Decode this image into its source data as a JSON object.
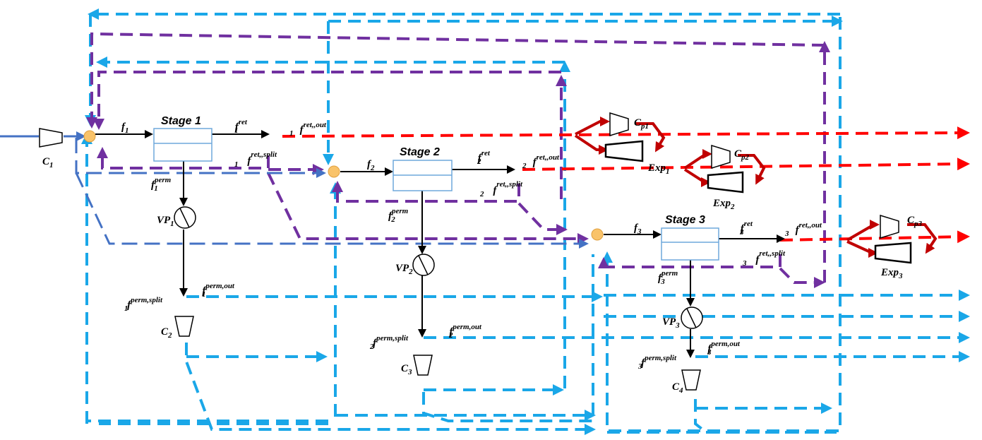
{
  "stages": [
    {
      "title": "Stage 1"
    },
    {
      "title": "Stage 2"
    },
    {
      "title": "Stage 3"
    }
  ],
  "labels": {
    "c1": "C",
    "c1_sub": "1",
    "f1": "f",
    "f1_sub": "1",
    "f2": "f",
    "f2_sub": "2",
    "f3": "f",
    "f3_sub": "3",
    "f1ret": "f",
    "f1ret_sup": "ret",
    "f1ret_sub": "1",
    "f2ret": "f",
    "f2ret_sup": "ret",
    "f2ret_sub": "2",
    "f3ret": "f",
    "f3ret_sup": "ret",
    "f3ret_sub": "3",
    "f1retout": "f",
    "f1retout_sup": "ret,,out",
    "f1retout_sub": "1",
    "f2retout": "f",
    "f2retout_sup": "ret,,out",
    "f2retout_sub": "2",
    "f3retout": "f",
    "f3retout_sup": "ret,,out",
    "f3retout_sub": "3",
    "f1retsplit": "f",
    "f1retsplit_sup": "ret,,split",
    "f1retsplit_sub": "1",
    "f2retsplit": "f",
    "f2retsplit_sup": "ret,,split",
    "f2retsplit_sub": "2",
    "f3retsplit": "f",
    "f3retsplit_sup": "ret,,split",
    "f3retsplit_sub": "3",
    "f1perm": "f",
    "f1perm_sup": "perm",
    "f1perm_sub": "1",
    "f2perm": "f",
    "f2perm_sup": "perm",
    "f2perm_sub": "2",
    "f3perm": "f",
    "f3perm_sup": "perm",
    "f3perm_sub": "3",
    "vp1": "VP",
    "vp1_sub": "1",
    "vp2": "VP",
    "vp2_sub": "2",
    "vp3": "VP",
    "vp3_sub": "3",
    "f1permsplit": "f",
    "f1permsplit_sup": "perm,split",
    "f1permsplit_sub": "1",
    "f2permsplit": "f",
    "f2permsplit_sup": "perm,split",
    "f2permsplit_sub": "2",
    "f3permsplit": "f",
    "f3permsplit_sup": "perm,split",
    "f3permsplit_sub": "3",
    "f1permout": "f",
    "f1permout_sup": "perm,out",
    "f1permout_sub": "1",
    "f2permout": "f",
    "f2permout_sup": "perm,out",
    "f2permout_sub": "2",
    "f3permout": "f",
    "f3permout_sup": "perm,out",
    "f3permout_sub": "3",
    "c2": "C",
    "c2_sub": "2",
    "c3": "C",
    "c3_sub": "3",
    "c4": "C",
    "c4_sub": "4",
    "cp1": "C",
    "cp1_sub": "p1",
    "cp2": "C",
    "cp2_sub": "p2",
    "cp3": "C",
    "cp3_sub": "p3",
    "exp1": "Exp",
    "exp1_sub": "1",
    "exp2": "Exp",
    "exp2_sub": "2",
    "exp3": "Exp",
    "exp3_sub": "3"
  },
  "colors": {
    "cyan_stream": "#1aa7e8",
    "purple_stream": "#7030a0",
    "red_stream": "#ff0000",
    "blue_feed": "#4472c4",
    "darkred_loop": "#c00000",
    "mixer_fill": "#f9c36a",
    "stage_border": "#6fa8dc"
  }
}
